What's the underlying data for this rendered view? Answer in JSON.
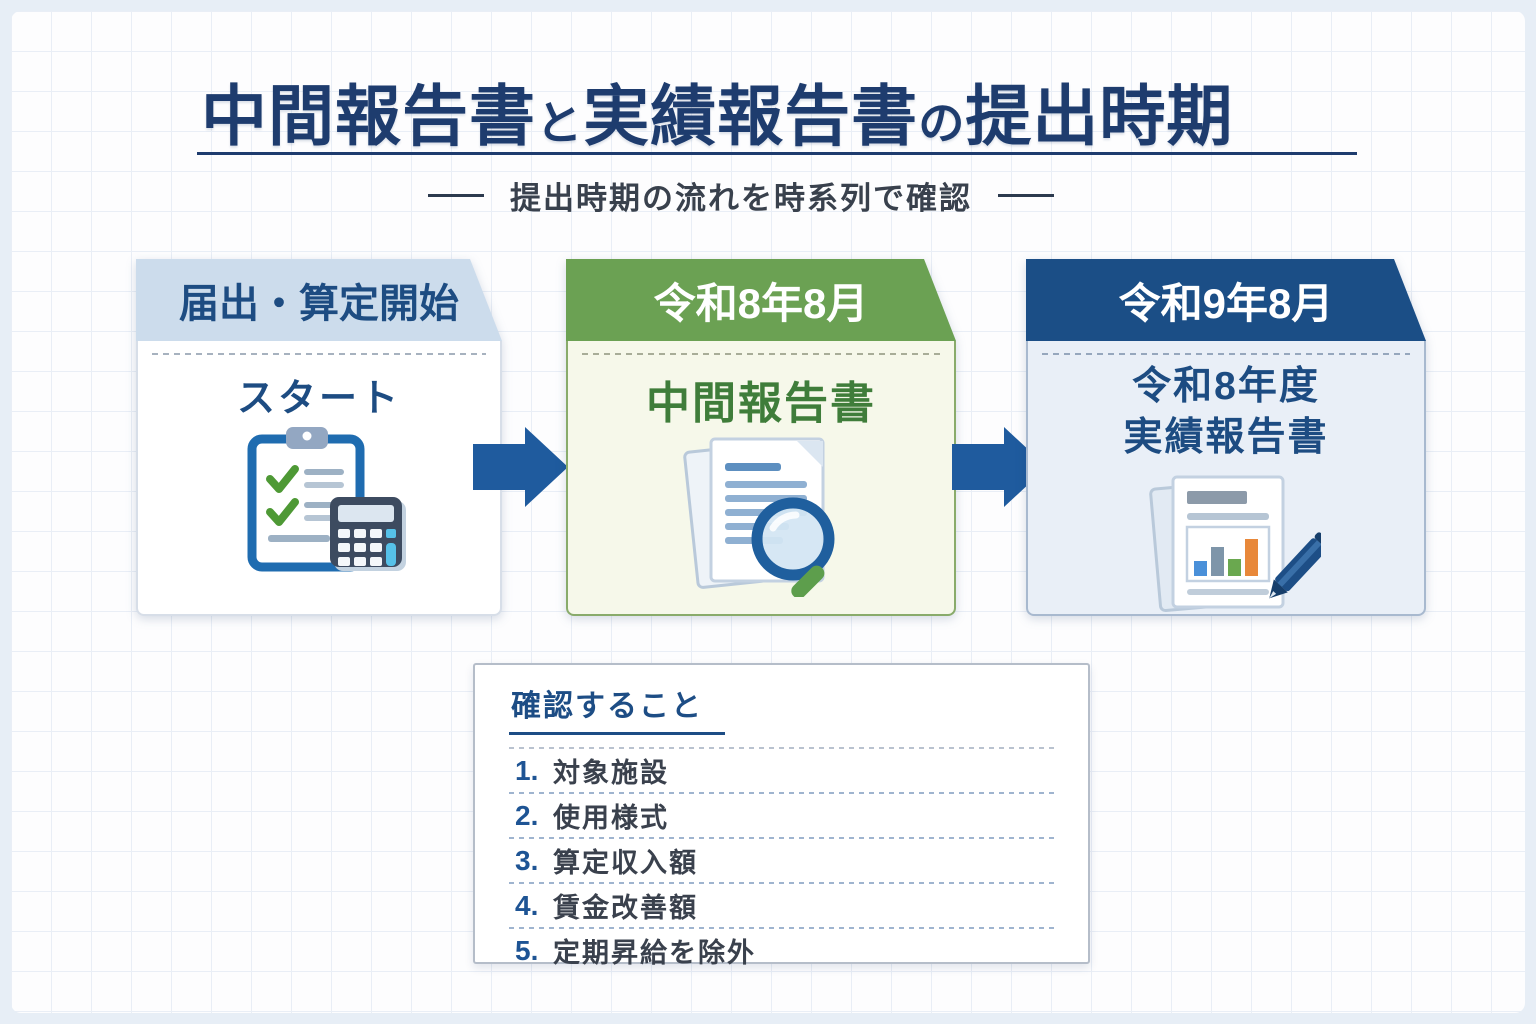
{
  "header": {
    "title_part1": "中間報告書",
    "title_particle1": "と",
    "title_part2": "実績報告書",
    "title_particle2": "の",
    "title_part3": "提出時期",
    "subtitle": "提出時期の流れを時系列で確認"
  },
  "timeline": {
    "steps": [
      {
        "header_label": "届出・算定開始",
        "title": "スタート",
        "icon": "clipboard-calculator-icon"
      },
      {
        "header_label": "令和8年8月",
        "title": "中間報告書",
        "icon": "documents-magnifier-icon"
      },
      {
        "header_label": "令和9年8月",
        "title_line1": "令和8年度",
        "title_line2": "実績報告書",
        "icon": "report-chart-pen-icon"
      }
    ]
  },
  "checklist": {
    "title": "確認すること",
    "items": [
      {
        "number": "1.",
        "label": "対象施設"
      },
      {
        "number": "2.",
        "label": "使用様式"
      },
      {
        "number": "3.",
        "label": "算定収入額"
      },
      {
        "number": "4.",
        "label": "賃金改善額"
      },
      {
        "number": "5.",
        "label": "定期昇給を除外"
      }
    ]
  },
  "colors": {
    "title_navy": "#1e3c6e",
    "step1_header_bg": "#ccdcec",
    "step1_text": "#1d4c82",
    "step2_header_bg": "#6ba153",
    "step2_body_bg": "#f6f8ea",
    "step2_text": "#3f7d3a",
    "step3_header_bg": "#1b4e86",
    "step3_body_bg": "#e9eff7",
    "arrow_blue": "#1f5b9e",
    "check_green": "#4e9935",
    "background_grid": "#e9eef6"
  }
}
